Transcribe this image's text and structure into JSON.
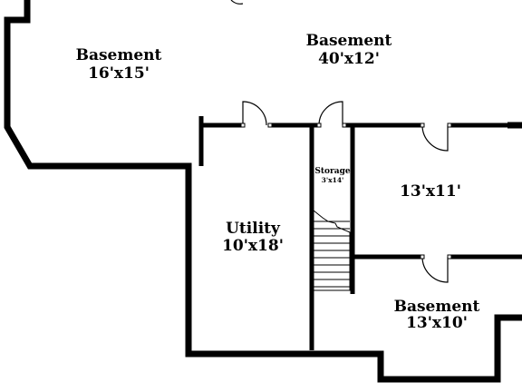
{
  "rooms": {
    "basement_a": {
      "name": "Basement",
      "dims": "16'x15'"
    },
    "basement_b": {
      "name": "Basement",
      "dims": "40'x12'"
    },
    "storage": {
      "name": "Storage",
      "dims": "3'x14'"
    },
    "room_13x11": {
      "dims": "13'x11'"
    },
    "utility": {
      "name": "Utility",
      "dims": "10'x18'"
    },
    "basement_c": {
      "name": "Basement",
      "dims": "13'x10'"
    }
  }
}
